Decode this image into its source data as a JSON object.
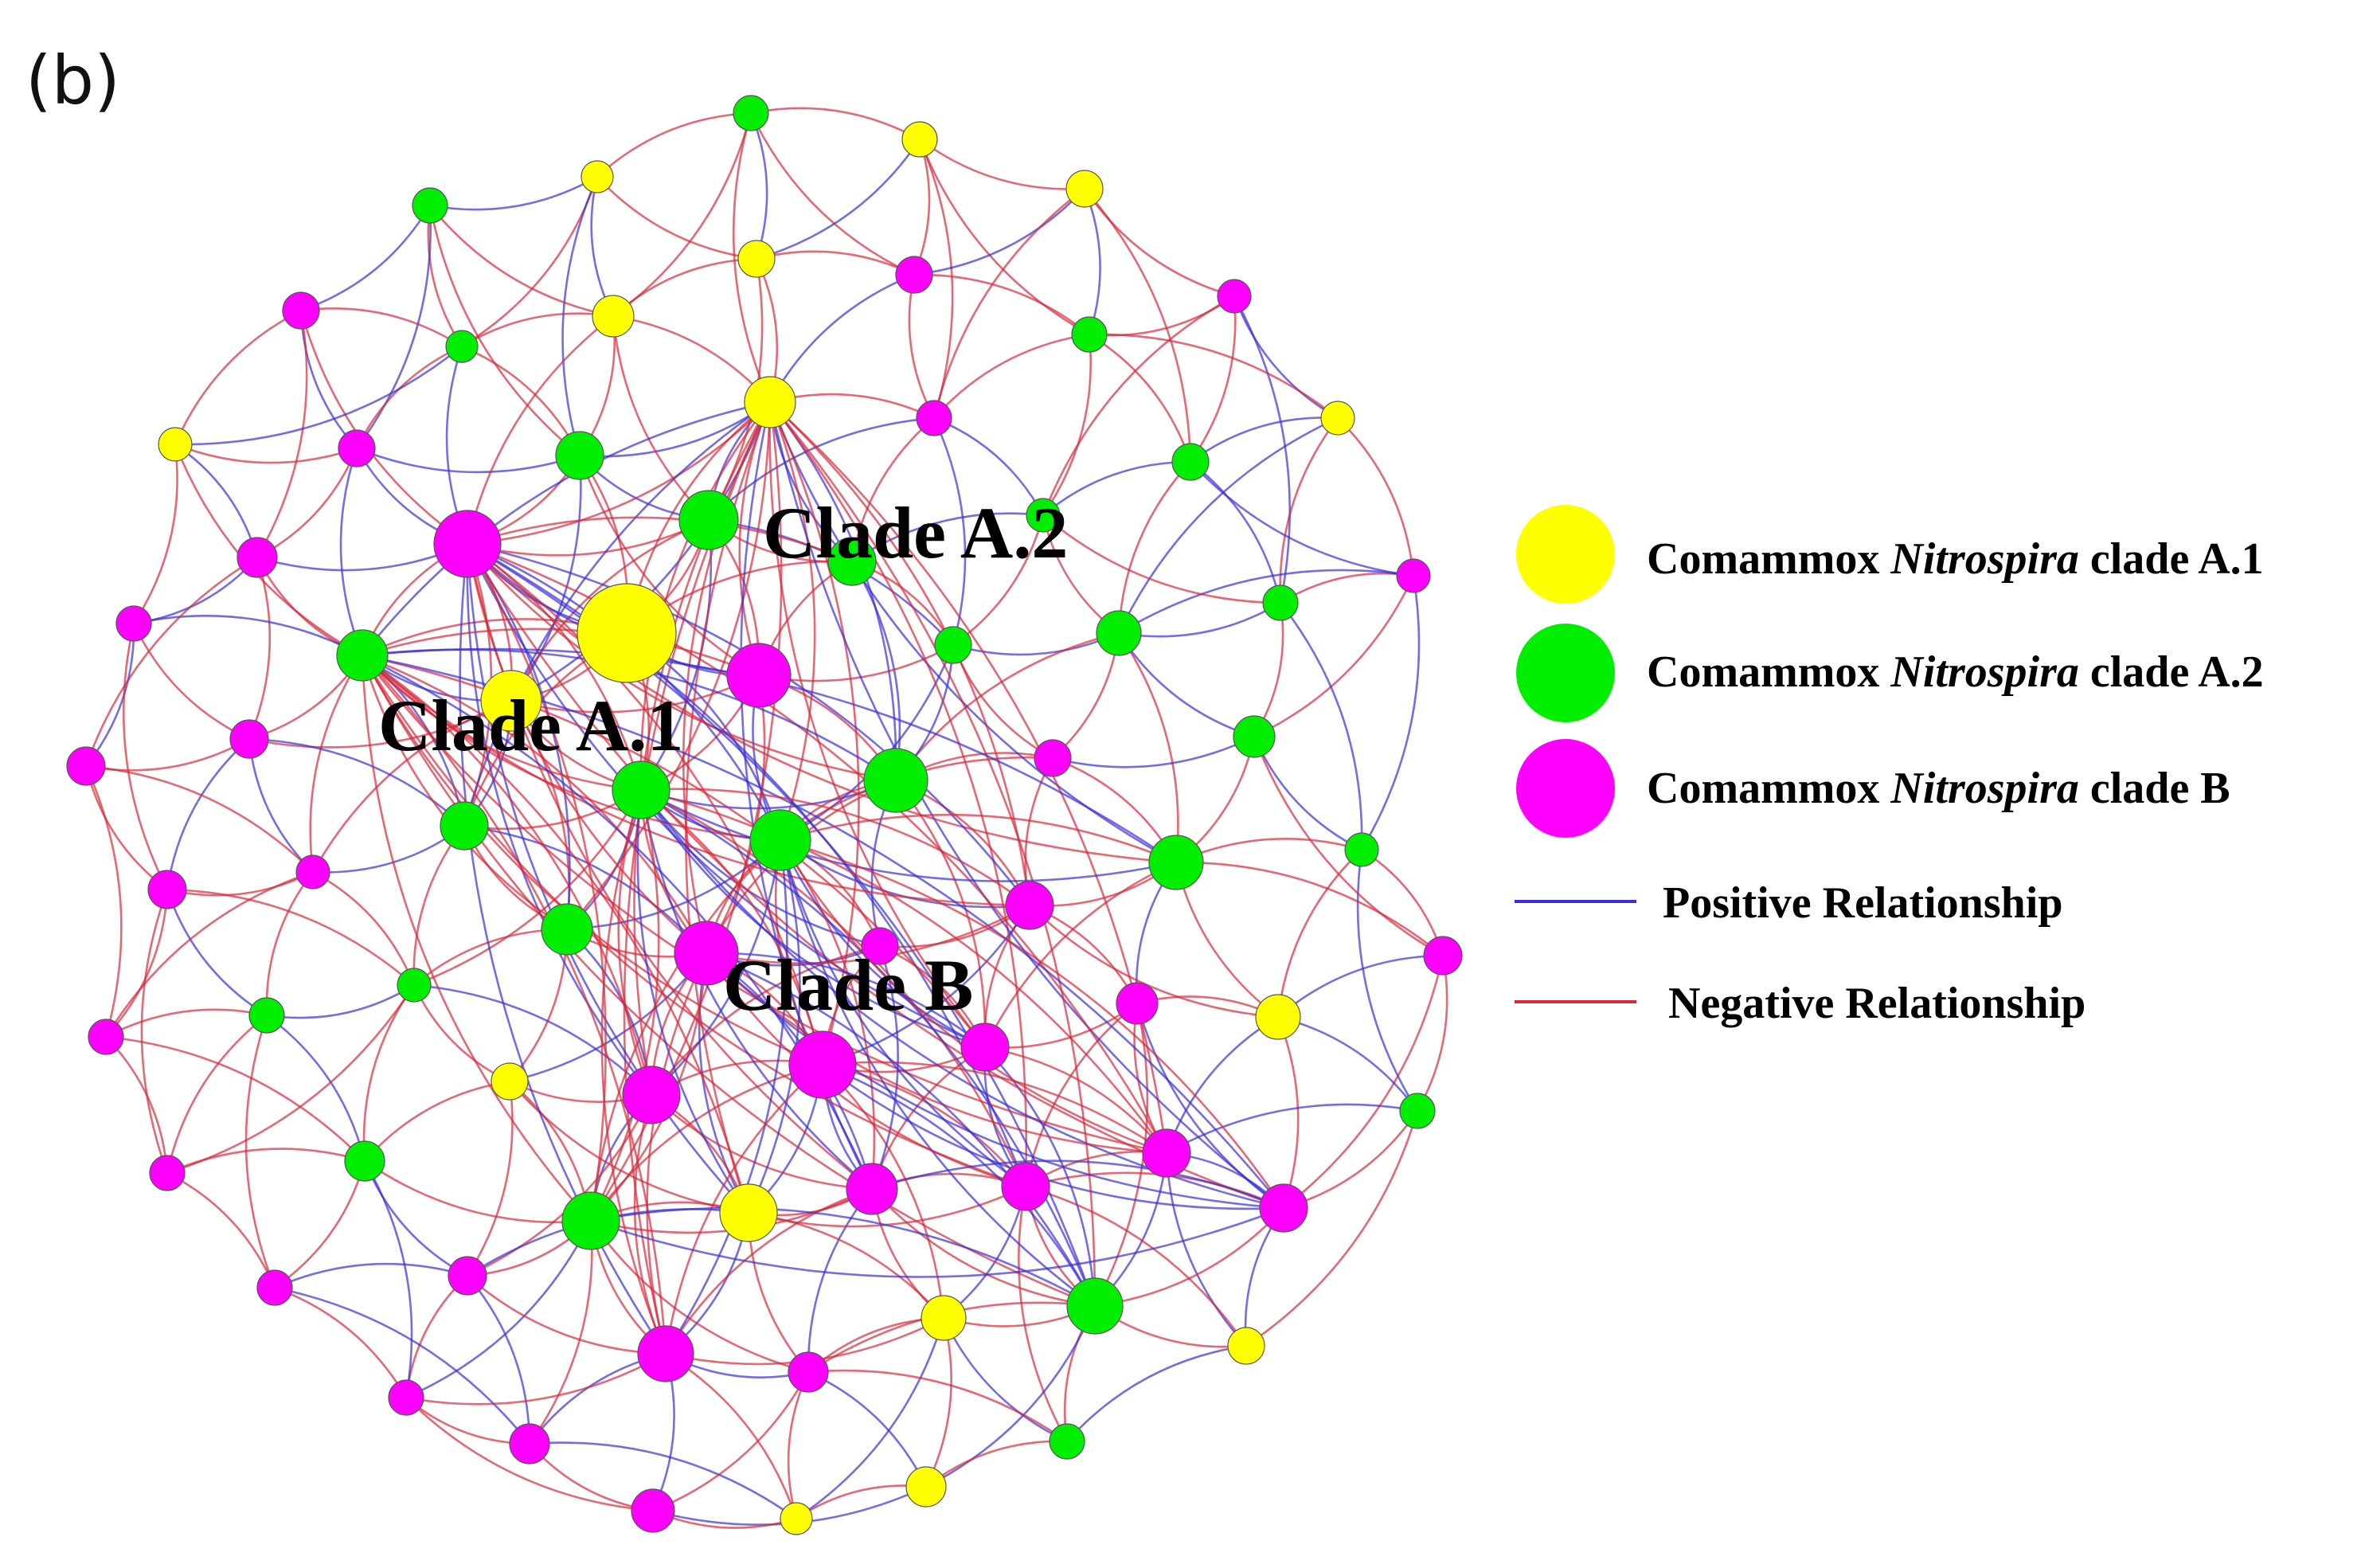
{
  "panel_label": "(b)",
  "cluster_labels": {
    "a1": "Clade A.1",
    "a2": "Clade A.2",
    "b": "Clade B"
  },
  "legend": {
    "a1": {
      "prefix": "Comammox ",
      "genus": "Nitrospira",
      "suffix": " clade A.1"
    },
    "a2": {
      "prefix": "Comammox ",
      "genus": "Nitrospira",
      "suffix": " clade A.2"
    },
    "b": {
      "prefix": "Comammox ",
      "genus": "Nitrospira",
      "suffix": " clade B"
    },
    "positive": "Positive Relationship",
    "negative": "Negative Relationship"
  },
  "colors": {
    "clade_a1": "#ffff00",
    "clade_a2": "#00ee00",
    "clade_b": "#ff00ff",
    "positive_edge": "#3b2fd6",
    "negative_edge": "#d62a3a"
  }
}
